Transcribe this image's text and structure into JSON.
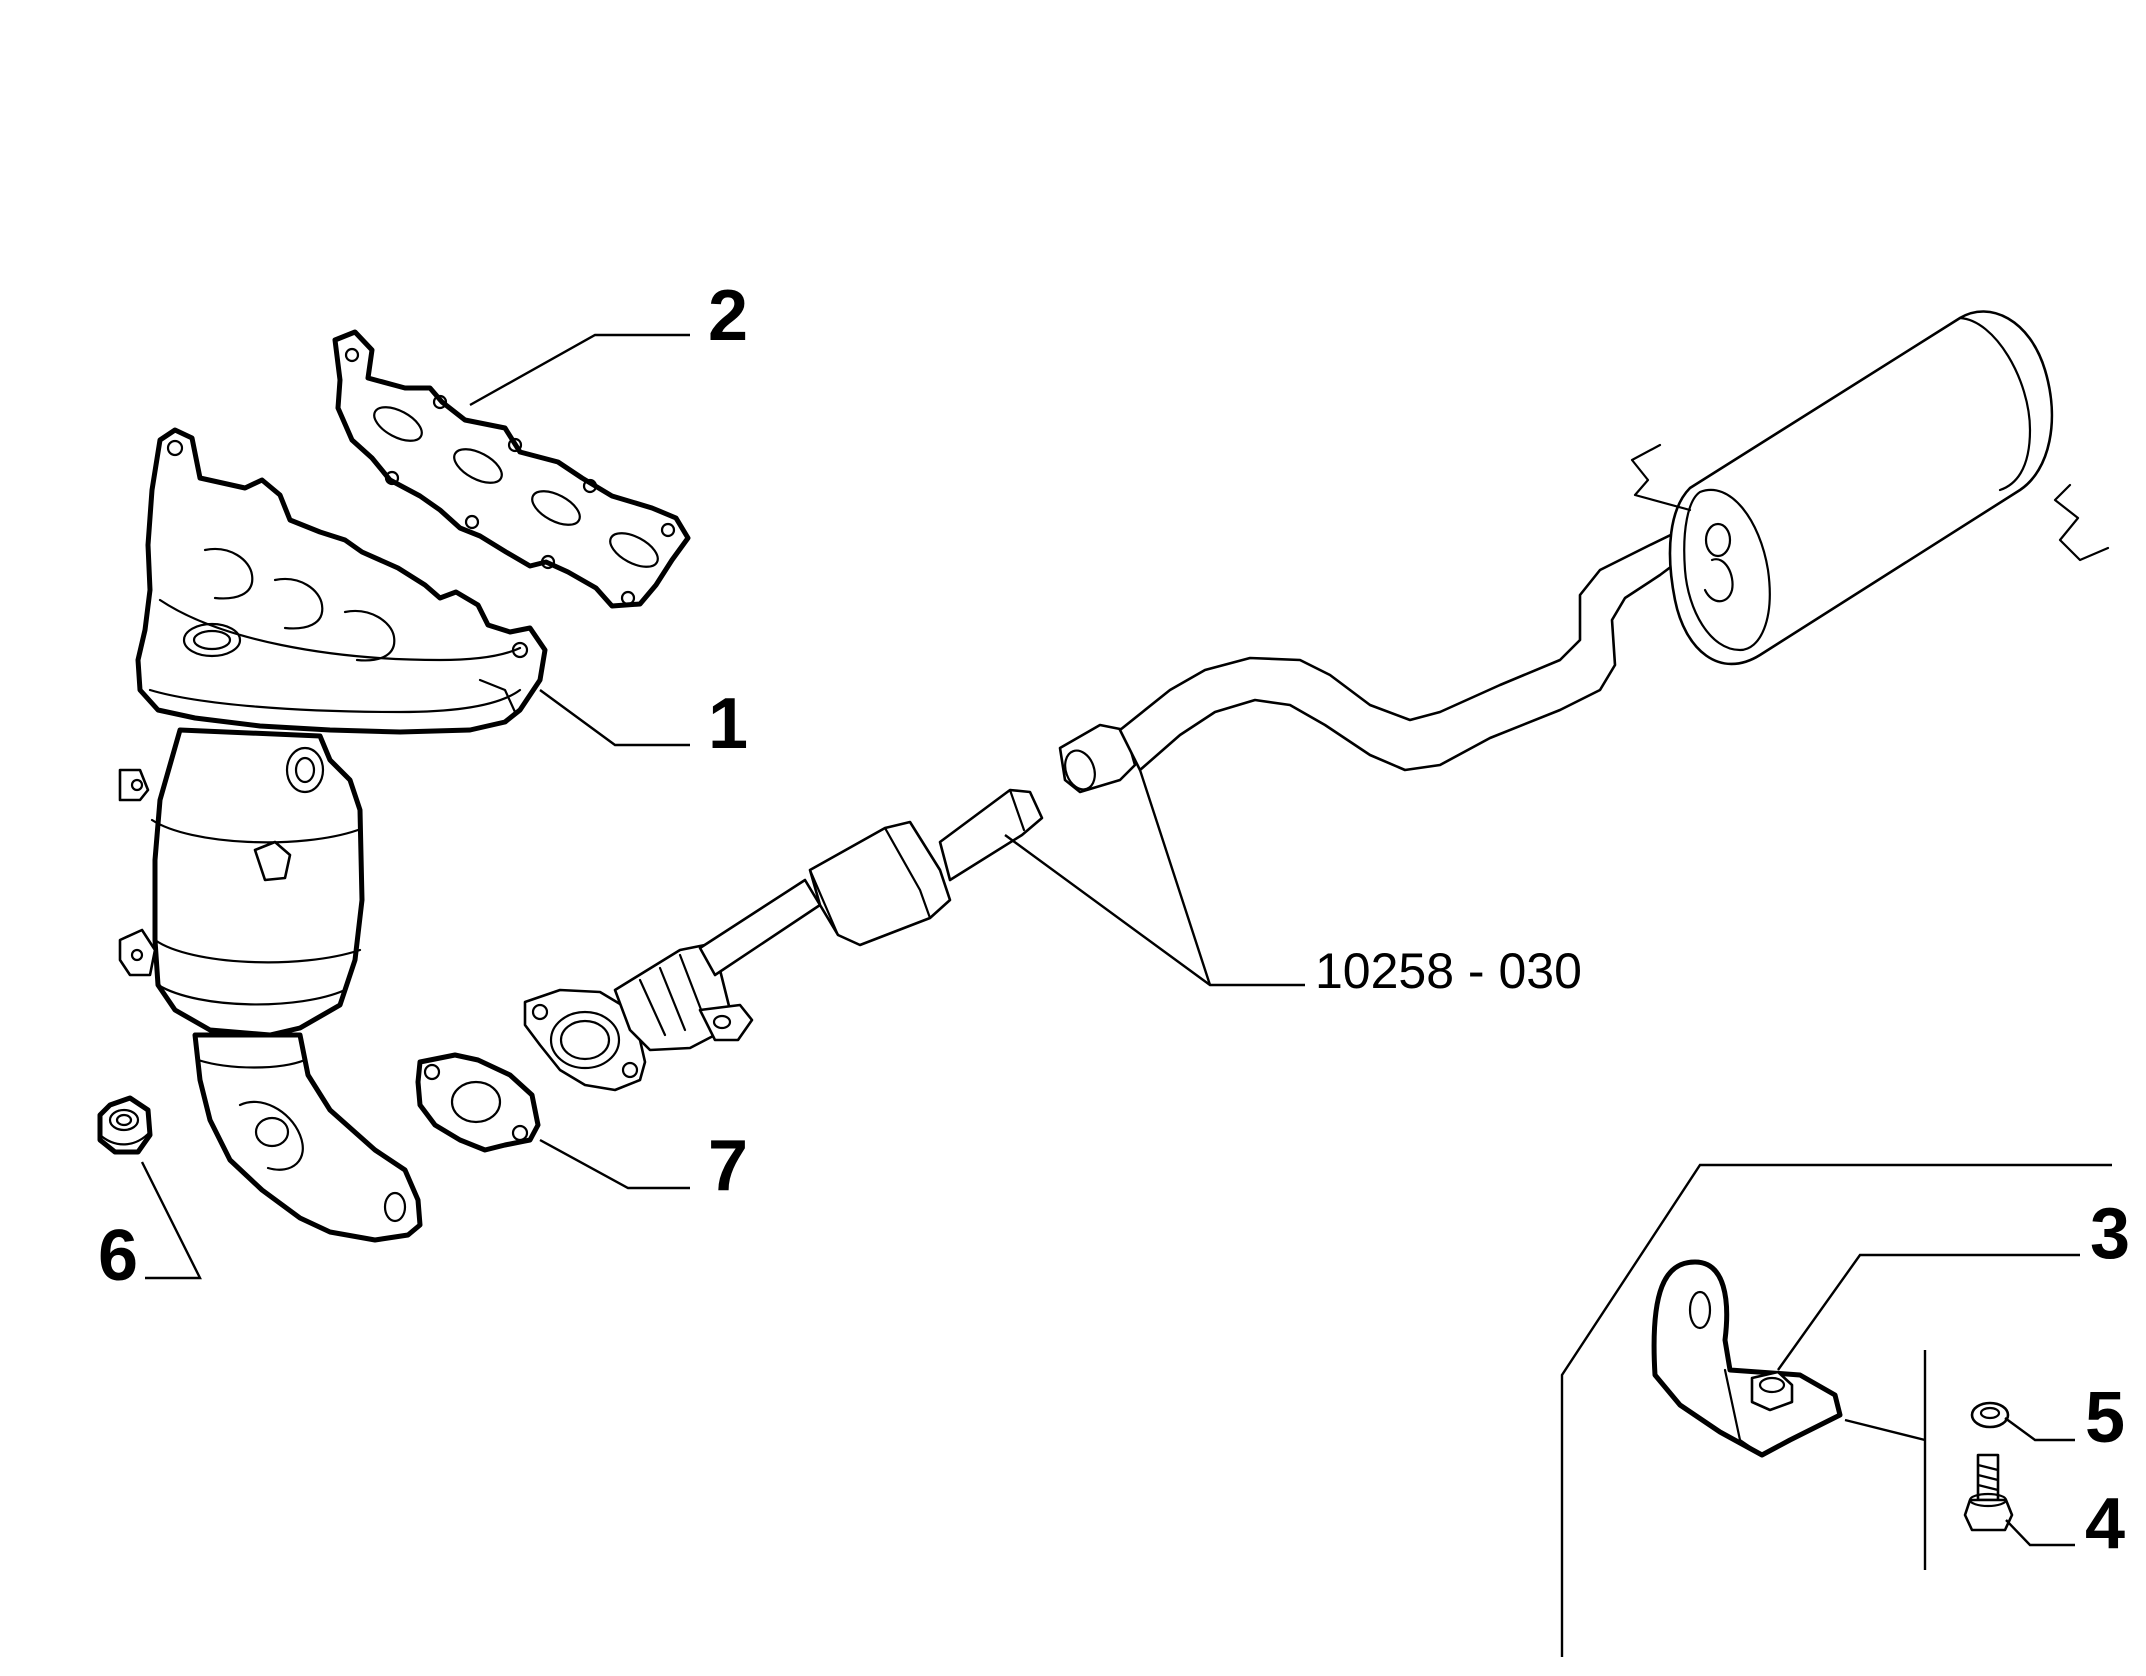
{
  "callouts": {
    "c1": "1",
    "c2": "2",
    "c3": "3",
    "c4": "4",
    "c5": "5",
    "c6": "6",
    "c7": "7"
  },
  "reference": "10258 - 030"
}
